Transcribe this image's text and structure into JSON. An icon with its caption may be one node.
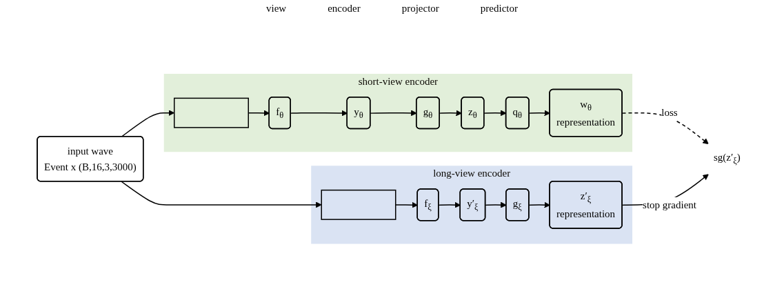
{
  "diagram": {
    "nodes": [
      {
        "text": [
          "short-view encoder"
        ]
      },
      {
        "text": [],
        "shape": "box",
        "in": 0
      },
      {
        "text": [
          "f$_{θ}$"
        ],
        "in": 0
      },
      {
        "text": [
          "y$_{θ}$"
        ],
        "in": 0
      },
      {
        "text": [
          "g$_{θ}$"
        ],
        "in": 0
      },
      {
        "text": [
          "z$_{θ}$"
        ],
        "in": 0
      },
      {
        "text": [
          "q$_{θ}$"
        ],
        "in": 0
      },
      {
        "text": [
          "w$_{θ}$",
          "representation"
        ],
        "in": 0
      },
      {
        "text": [
          "input wave",
          "Event x (B,16,3,3000)"
        ]
      },
      {
        "text": [
          "long-view encoder"
        ]
      },
      {
        "text": [],
        "shape": "box",
        "in": 9
      },
      {
        "text": [
          "f$_{ξ}$"
        ],
        "in": 9
      },
      {
        "text": [
          "y′$_{ξ}$"
        ],
        "in": 9
      },
      {
        "text": [
          "g$_{ξ}$"
        ],
        "in": 9
      },
      {
        "text": [
          "z′$_{ξ}$",
          "representation"
        ],
        "in": 9
      },
      {
        "text": [
          "sg(z′$_{ξ}$)"
        ]
      }
    ],
    "edges": [
      {
        "from": 8,
        "to": 1,
        "arrow": "to"
      },
      {
        "from": 8,
        "to": 10,
        "arrow": "to"
      },
      {
        "from": 1,
        "to": 2,
        "arrow": "to"
      },
      {
        "from": 2,
        "to": 3,
        "arrow": "to"
      },
      {
        "from": 3,
        "to": 4,
        "arrow": "to"
      },
      {
        "from": 4,
        "to": 5,
        "arrow": "to"
      },
      {
        "from": 5,
        "to": 6,
        "arrow": "to"
      },
      {
        "from": 6,
        "to": 7,
        "arrow": "to"
      },
      {
        "from": 7,
        "to": 15,
        "arrow": "to",
        "label": "loss",
        "style": "dashed"
      },
      {
        "from": 10,
        "to": 11,
        "arrow": "to"
      },
      {
        "from": 11,
        "to": 12,
        "arrow": "to"
      },
      {
        "from": 12,
        "to": 13,
        "arrow": "to"
      },
      {
        "from": 13,
        "to": 14,
        "arrow": "to"
      },
      {
        "from": 14,
        "to": 15,
        "arrow": "to",
        "label": "stop gradient"
      }
    ],
    "labels": [
      "view",
      "encoder",
      "projector",
      "predictor"
    ]
  }
}
